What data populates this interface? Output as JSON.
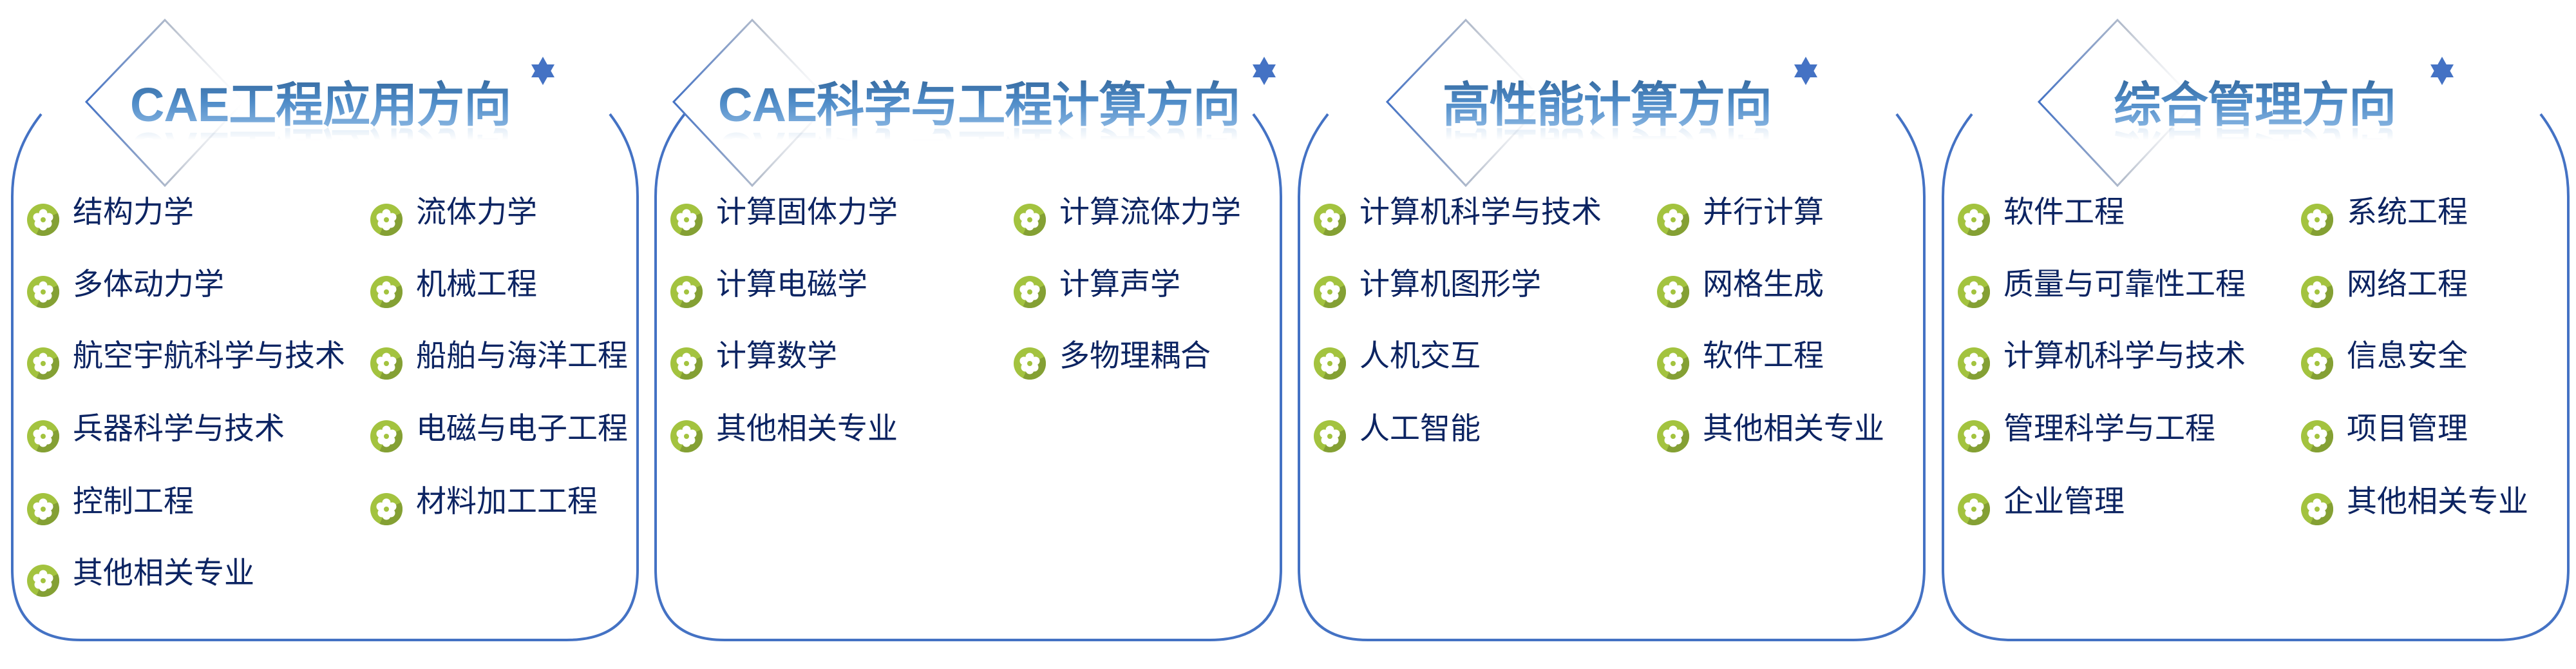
{
  "colors": {
    "frame": "#4472c4",
    "text": "#0c2462",
    "icon_green": "#a3c33f",
    "icon_shadow": "#84a034",
    "star": "#4472c4"
  },
  "panels": [
    {
      "title": "CAE工程应用方向",
      "left": [
        "结构力学",
        "多体动力学",
        "航空宇航科学与技术",
        "兵器科学与技术",
        "控制工程",
        "其他相关专业"
      ],
      "right": [
        "流体力学",
        "机械工程",
        "船舶与海洋工程",
        "电磁与电子工程",
        "材料加工工程"
      ]
    },
    {
      "title": "CAE科学与工程计算方向",
      "left": [
        "计算固体力学",
        "计算电磁学",
        "计算数学",
        "其他相关专业"
      ],
      "right": [
        "计算流体力学",
        "计算声学",
        "多物理耦合"
      ]
    },
    {
      "title": "高性能计算方向",
      "left": [
        "计算机科学与技术",
        "计算机图形学",
        "人机交互",
        "人工智能"
      ],
      "right": [
        "并行计算",
        "网格生成",
        "软件工程",
        "其他相关专业"
      ]
    },
    {
      "title": "综合管理方向",
      "left": [
        "软件工程",
        "质量与可靠性工程",
        "计算机科学与技术",
        "管理科学与工程",
        "企业管理"
      ],
      "right": [
        "系统工程",
        "网络工程",
        "信息安全",
        "项目管理",
        "其他相关专业"
      ]
    }
  ]
}
